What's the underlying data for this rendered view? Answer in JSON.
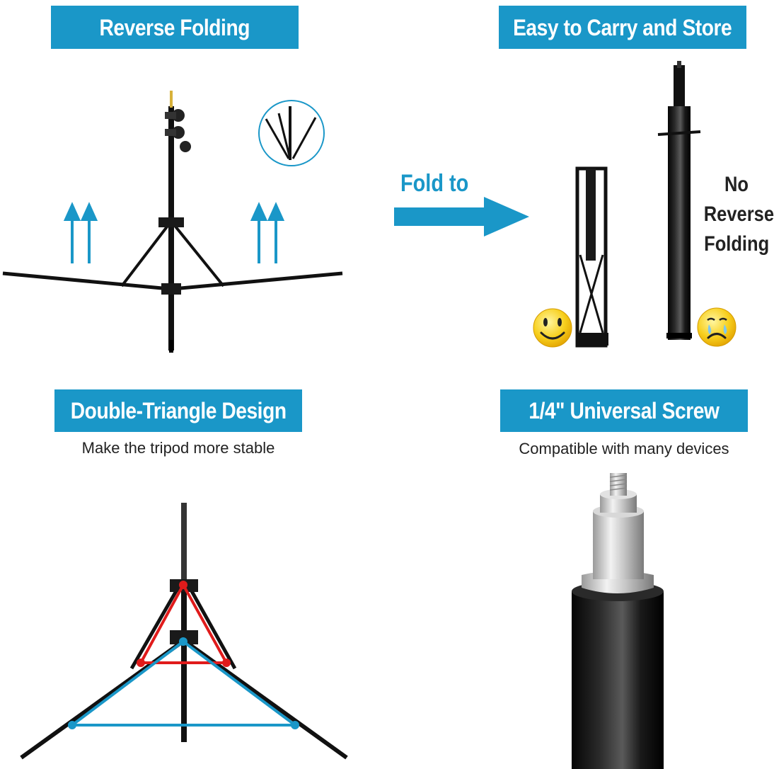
{
  "banners": {
    "reverse_folding": "Reverse Folding",
    "easy_carry": "Easy to Carry and Store",
    "double_triangle": "Double-Triangle Design",
    "universal_screw": "1/4\"  Universal Screw"
  },
  "subtitles": {
    "double_triangle": "Make the tripod more stable",
    "universal_screw": "Compatible with many devices"
  },
  "fold_label": "Fold to",
  "no_reverse": {
    "line1": "No",
    "line2": "Reverse",
    "line3": "Folding"
  },
  "colors": {
    "accent": "#1a97c8",
    "red": "#e01b1b",
    "emoji": "#f5c518"
  }
}
